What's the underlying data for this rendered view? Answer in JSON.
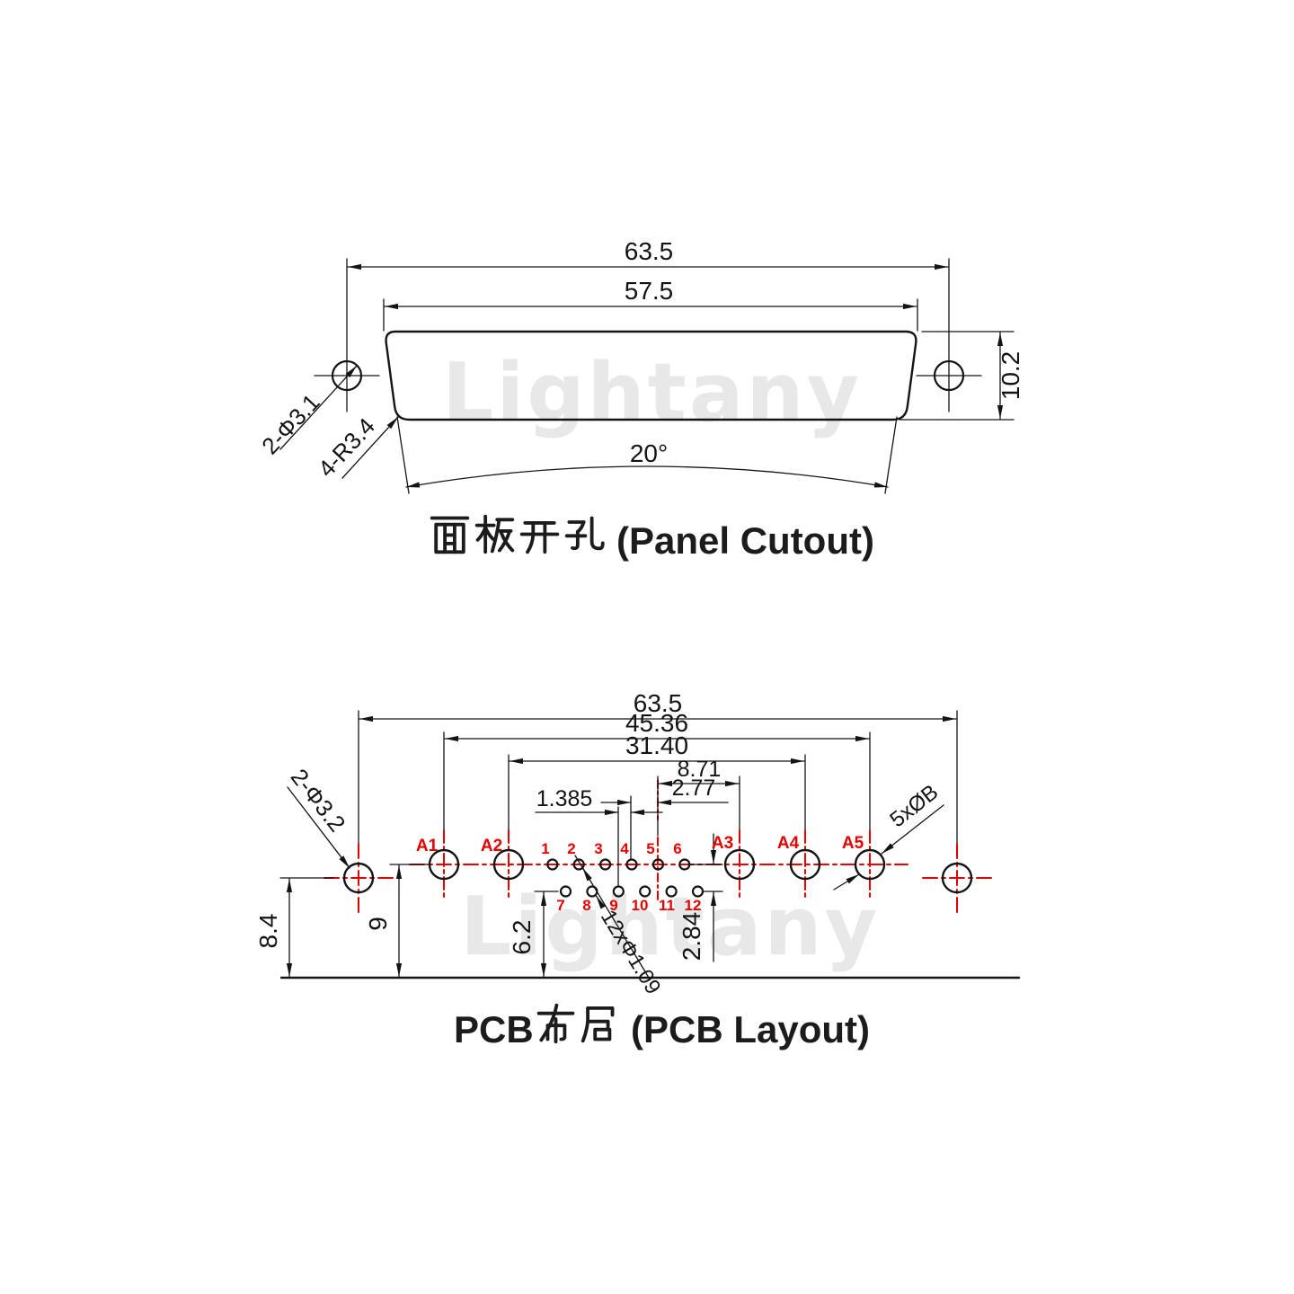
{
  "watermark_text": "Lightany",
  "colors": {
    "accent_red": "#e60000",
    "line_black": "#141414",
    "watermark_gray": "#e8e8e8"
  },
  "panel_cutout": {
    "title": "面板开孔 (Panel Cutout)",
    "title_cn": "面板开孔",
    "title_en": "(Panel Cutout)",
    "dims": {
      "outer_width": "63.5",
      "cutout_width": "57.5",
      "cutout_height": "10.2",
      "flange_angle": "20°",
      "mount_holes": "2-Φ3.1",
      "corner_radius": "4-R3.4"
    }
  },
  "pcb_layout": {
    "title": "PCB布局 (PCB Layout)",
    "title_prefix": "PCB",
    "title_cn": "布局",
    "title_en": "(PCB Layout)",
    "dims": {
      "outer_width": "63.5",
      "coax_span": "45.36",
      "coax_inner_span": "31.40",
      "pin5_to_a3": "8.71",
      "pin_pitch": "2.77",
      "row_stagger": "1.385",
      "mount_hole_height": "8.4",
      "coax_row_height": "9",
      "pin_row_height": "6.2",
      "row_gap": "2.84",
      "mount_holes": "2-Φ3.2",
      "signal_pins": "12xΦ1.09",
      "coax_holes": "5xØB"
    },
    "coax_labels": [
      "A1",
      "A2",
      "A3",
      "A4",
      "A5"
    ],
    "pin_numbers_top": [
      "1",
      "2",
      "3",
      "4",
      "5",
      "6"
    ],
    "pin_numbers_bottom": [
      "7",
      "8",
      "9",
      "10",
      "11",
      "12"
    ]
  }
}
